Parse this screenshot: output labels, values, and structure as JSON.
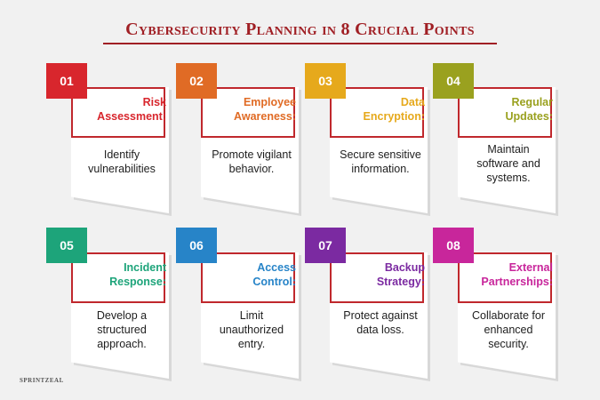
{
  "title": "Cybersecurity Planning in 8 Crucial Points",
  "items": [
    {
      "num": "01",
      "label": "Risk Assessment:",
      "desc": "Identify vulnerabilities",
      "color": "#d8262d"
    },
    {
      "num": "02",
      "label": "Employee Awareness:",
      "desc": "Promote vigilant behavior.",
      "color": "#e06b25"
    },
    {
      "num": "03",
      "label": "Data Encryption:",
      "desc": "Secure sensitive information.",
      "color": "#e6a91c"
    },
    {
      "num": "04",
      "label": "Regular Updates:",
      "desc": "Maintain software and systems.",
      "color": "#9aa11f"
    },
    {
      "num": "05",
      "label": "Incident Response:",
      "desc": "Develop a structured approach.",
      "color": "#1da47a"
    },
    {
      "num": "06",
      "label": "Access Control:",
      "desc": "Limit unauthorized entry.",
      "color": "#2784c8"
    },
    {
      "num": "07",
      "label": "Backup Strategy:",
      "desc": "Protect against data loss.",
      "color": "#7b2aa1"
    },
    {
      "num": "08",
      "label": "External Partnerships:",
      "desc": "Collaborate for enhanced security.",
      "color": "#c8269b"
    }
  ],
  "logo": "SPRINTZEAL"
}
